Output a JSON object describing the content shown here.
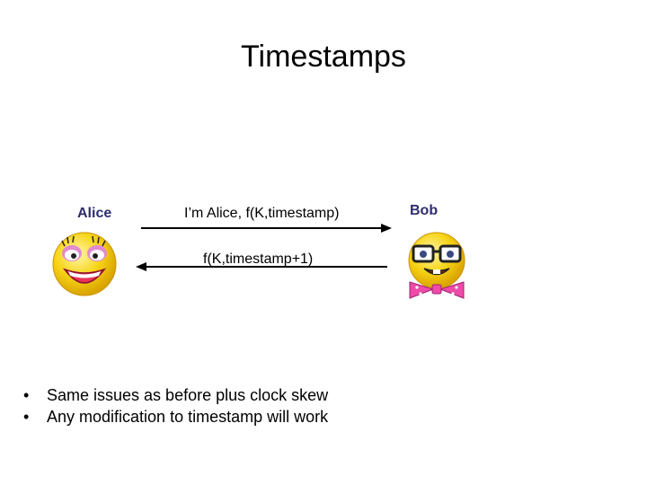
{
  "slide": {
    "title": "Timestamps"
  },
  "diagram": {
    "alice": {
      "name": "Alice"
    },
    "bob": {
      "name": "Bob"
    },
    "messages": [
      {
        "text": "I’m Alice, f(K,timestamp)",
        "direction": "alice-to-bob"
      },
      {
        "text": "f(K,timestamp+1)",
        "direction": "bob-to-alice"
      }
    ],
    "icons": {
      "alice": "female-smiley-icon",
      "bob": "nerd-smiley-icon"
    }
  },
  "bullets": [
    "Same issues as before plus clock skew",
    "Any modification to timestamp will work"
  ],
  "colors": {
    "name_text": "#2e2e6e",
    "face_yellow": "#f7d417",
    "bowtie_pink": "#ee4aa8"
  }
}
